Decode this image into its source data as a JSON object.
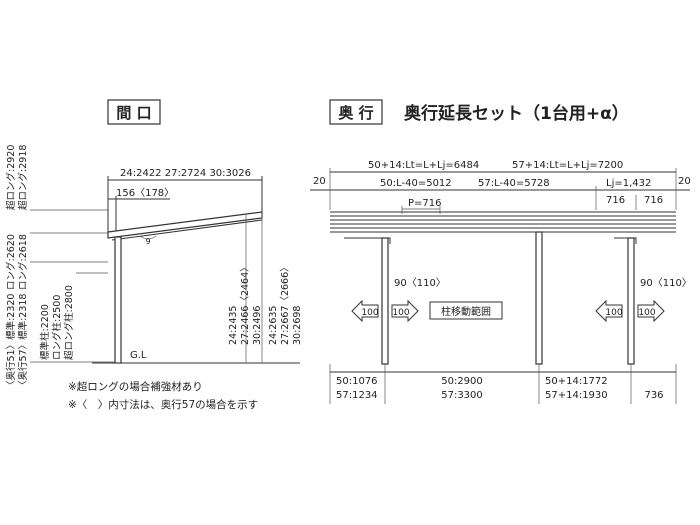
{
  "left": {
    "header": "間 口",
    "top_heights": "24:2422 27:2724 30:3026",
    "offset": "156〈178〉",
    "rv_a1": "超ロング:2920",
    "rv_a2": "超ロング:2918",
    "rv_b1": "ロング:2620",
    "rv_b2": "ロング:2618",
    "rv_c1": "〈奥行51〉標準:2320",
    "rv_c2": "〈奥行57〉標準:2318",
    "rv_d1": "標準柱:2200",
    "rv_d2": "ロング柱:2500",
    "rv_d3": "超ロング柱:2800",
    "rv_e1": "24:2435",
    "rv_e2": "27:2466〈2464〉",
    "rv_e3": "30:2496",
    "rv_f1": "24:2635",
    "rv_f2": "27:2667〈2666〉",
    "rv_f3": "30:2698",
    "gl": "G.L",
    "note1": "※超ロングの場合補強材あり",
    "note2": "※〈　〉内寸法は、奥行57の場合を示す"
  },
  "right": {
    "header": "奥 行",
    "title": "奥行延長セット（1台用+α）",
    "dim_top1": "50+14:Lt=L+Lj=6484",
    "dim_top2": "57+14:Lt=L+Lj=7200",
    "dim_mid1": "50:L-40=5012",
    "dim_mid2": "57:L-40=5728",
    "lj": "Lj=1,432",
    "edge_left": "20",
    "edge_right": "20",
    "p": "P=716",
    "s1": "716",
    "s2": "716",
    "post_left": "90〈110〉",
    "post_right": "90〈110〉",
    "arrow": "100",
    "range": "柱移動範囲",
    "b1a": "50:1076",
    "b1b": "57:1234",
    "b2a": "50:2900",
    "b2b": "57:3300",
    "b3a": "50+14:1772",
    "b3b": "57+14:1930",
    "b4": "736"
  }
}
